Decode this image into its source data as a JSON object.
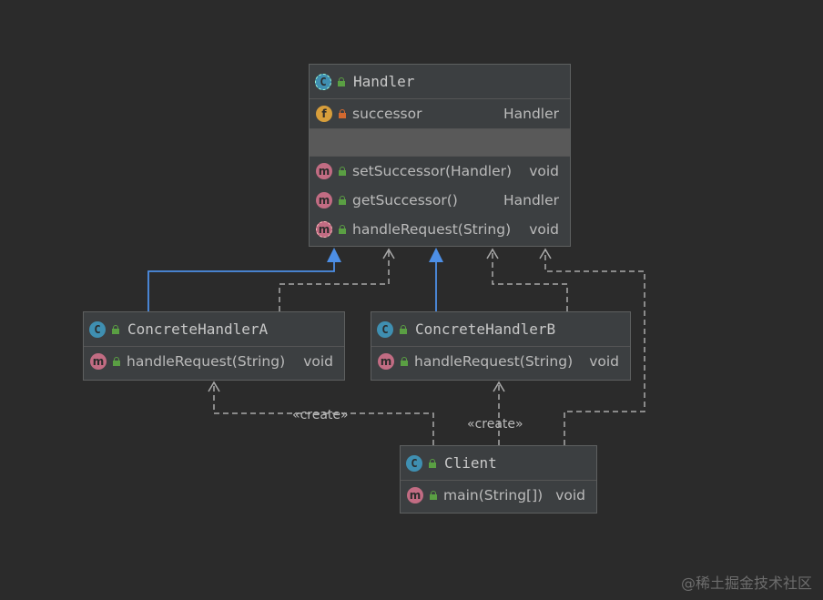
{
  "classes": {
    "handler": {
      "name": "Handler",
      "field": {
        "name": "successor",
        "type": "Handler"
      },
      "methods": [
        {
          "name": "setSuccessor(Handler)",
          "type": "void"
        },
        {
          "name": "getSuccessor()",
          "type": "Handler"
        },
        {
          "name": "handleRequest(String)",
          "type": "void"
        }
      ]
    },
    "concrete_a": {
      "name": "ConcreteHandlerA",
      "methods": [
        {
          "name": "handleRequest(String)",
          "type": "void"
        }
      ]
    },
    "concrete_b": {
      "name": "ConcreteHandlerB",
      "methods": [
        {
          "name": "handleRequest(String)",
          "type": "void"
        }
      ]
    },
    "client": {
      "name": "Client",
      "methods": [
        {
          "name": "main(String[])",
          "type": "void"
        }
      ]
    }
  },
  "relations": [
    {
      "from": "ConcreteHandlerA",
      "to": "Handler",
      "kind": "extends"
    },
    {
      "from": "ConcreteHandlerB",
      "to": "Handler",
      "kind": "extends"
    },
    {
      "from": "ConcreteHandlerA",
      "to": "Handler",
      "kind": "dependency"
    },
    {
      "from": "ConcreteHandlerB",
      "to": "Handler",
      "kind": "dependency"
    },
    {
      "from": "Client",
      "to": "Handler",
      "kind": "dependency"
    },
    {
      "from": "Client",
      "to": "ConcreteHandlerA",
      "kind": "create",
      "label": "«create»"
    },
    {
      "from": "Client",
      "to": "ConcreteHandlerB",
      "kind": "create",
      "label": "«create»"
    }
  ],
  "icons": {
    "class": "C",
    "field": "f",
    "method": "m"
  },
  "colors": {
    "background": "#2b2b2b",
    "node": "#3c3f41",
    "inheritance": "#4d8fe6",
    "dependency": "#aaaaaa"
  },
  "watermark": "@稀土掘金技术社区"
}
